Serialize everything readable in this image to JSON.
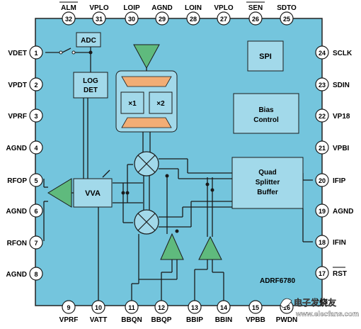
{
  "chip": {
    "part_number": "ADRF6780",
    "colors": {
      "body": "#74c5dd",
      "body_stroke": "#232323",
      "block": "#a2d9ea",
      "triangle": "#5fba7d",
      "orange": "#f2ad75",
      "wire": "#1a1a1a"
    }
  },
  "blocks": {
    "adc": "ADC",
    "log_det_line1": "LOG",
    "log_det_line2": "DET",
    "vva": "VVA",
    "spi": "SPI",
    "bias_line1": "Bias",
    "bias_line2": "Control",
    "quad_line1": "Quad",
    "quad_line2": "Splitter",
    "quad_line3": "Buffer",
    "mult_x1": "×1",
    "mult_x2": "×2"
  },
  "pins": {
    "top": [
      {
        "num": "32",
        "name": "ALM",
        "overbar": true
      },
      {
        "num": "31",
        "name": "VPLO",
        "overbar": false
      },
      {
        "num": "30",
        "name": "LOIP",
        "overbar": false
      },
      {
        "num": "29",
        "name": "AGND",
        "overbar": false
      },
      {
        "num": "28",
        "name": "LOIN",
        "overbar": false
      },
      {
        "num": "27",
        "name": "VPLO",
        "overbar": false
      },
      {
        "num": "26",
        "name": "SEN",
        "overbar": true
      },
      {
        "num": "25",
        "name": "SDTO",
        "overbar": false
      }
    ],
    "left": [
      {
        "num": "1",
        "name": "VDET"
      },
      {
        "num": "2",
        "name": "VPDT"
      },
      {
        "num": "3",
        "name": "VPRF"
      },
      {
        "num": "4",
        "name": "AGND"
      },
      {
        "num": "5",
        "name": "RFOP"
      },
      {
        "num": "6",
        "name": "AGND"
      },
      {
        "num": "7",
        "name": "RFON"
      },
      {
        "num": "8",
        "name": "AGND"
      }
    ],
    "right": [
      {
        "num": "24",
        "name": "SCLK",
        "overbar": false
      },
      {
        "num": "23",
        "name": "SDIN",
        "overbar": false
      },
      {
        "num": "22",
        "name": "VP18",
        "overbar": false
      },
      {
        "num": "21",
        "name": "VPBI",
        "overbar": false
      },
      {
        "num": "20",
        "name": "IFIP",
        "overbar": false
      },
      {
        "num": "19",
        "name": "AGND",
        "overbar": false
      },
      {
        "num": "18",
        "name": "IFIN",
        "overbar": false
      },
      {
        "num": "17",
        "name": "RST",
        "overbar": true
      }
    ],
    "bottom": [
      {
        "num": "9",
        "name": "VPRF"
      },
      {
        "num": "10",
        "name": "VATT"
      },
      {
        "num": "11",
        "name": "BBQN"
      },
      {
        "num": "12",
        "name": "BBQP"
      },
      {
        "num": "13",
        "name": "BBIP"
      },
      {
        "num": "14",
        "name": "BBIN"
      },
      {
        "num": "15",
        "name": "VPBB"
      },
      {
        "num": "16",
        "name": "PWDN"
      }
    ]
  },
  "watermark": "www.elecfans.com",
  "watermark_logo": "电子发烧友"
}
